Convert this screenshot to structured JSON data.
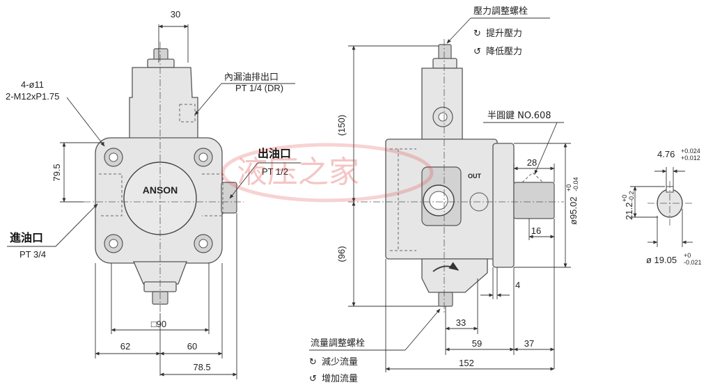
{
  "front_view": {
    "top_width_dim": "30",
    "hole_spec_line1": "4-ø11",
    "hole_spec_line2": "2-M12xP1.75",
    "drain_label": "內漏油排出口",
    "drain_port": "PT 1/4 (DR)",
    "outlet_label": "出油口",
    "outlet_port": "PT 1/2",
    "inlet_label": "進油口",
    "inlet_port": "PT 3/4",
    "height_dim": "79.5",
    "brand": "ANSON",
    "square_dim": "□90",
    "left_dim": "62",
    "right_dim": "60",
    "bottom_dim": "78.5"
  },
  "side_view": {
    "pressure_screw_label": "壓力調整螺栓",
    "pressure_up": "提升壓力",
    "pressure_down": "降低壓力",
    "key_label": "半圓鍵 NO.608",
    "out_mark": "OUT",
    "upper_height_dim": "(150)",
    "lower_height_dim": "(96)",
    "shaft_len_dim": "28",
    "shaft_dia_dim": "ø95.02",
    "shaft_dia_tol_upper": "+0",
    "shaft_dia_tol_lower": "-0.04",
    "key_pos_dim": "16",
    "dim_4": "4",
    "dim_33": "33",
    "dim_59": "59",
    "dim_37": "37",
    "total_len_dim": "152",
    "flow_screw_label": "流量調整螺栓",
    "flow_down": "減少流量",
    "flow_up": "增加流量"
  },
  "shaft_section": {
    "key_width_dim": "4.76",
    "key_width_tol_upper": "+0.024",
    "key_width_tol_lower": "+0.012",
    "key_height_dim": "21.2",
    "key_height_tol_upper": "+0",
    "key_height_tol_lower": "-0.2",
    "shaft_dia_dim": "ø 19.05",
    "shaft_dia_tol_upper": "+0",
    "shaft_dia_tol_lower": "-0.021"
  },
  "watermark": "液压之家",
  "colors": {
    "body": "#e6e6e6",
    "line": "#333333",
    "watermark": "#dd3333"
  }
}
